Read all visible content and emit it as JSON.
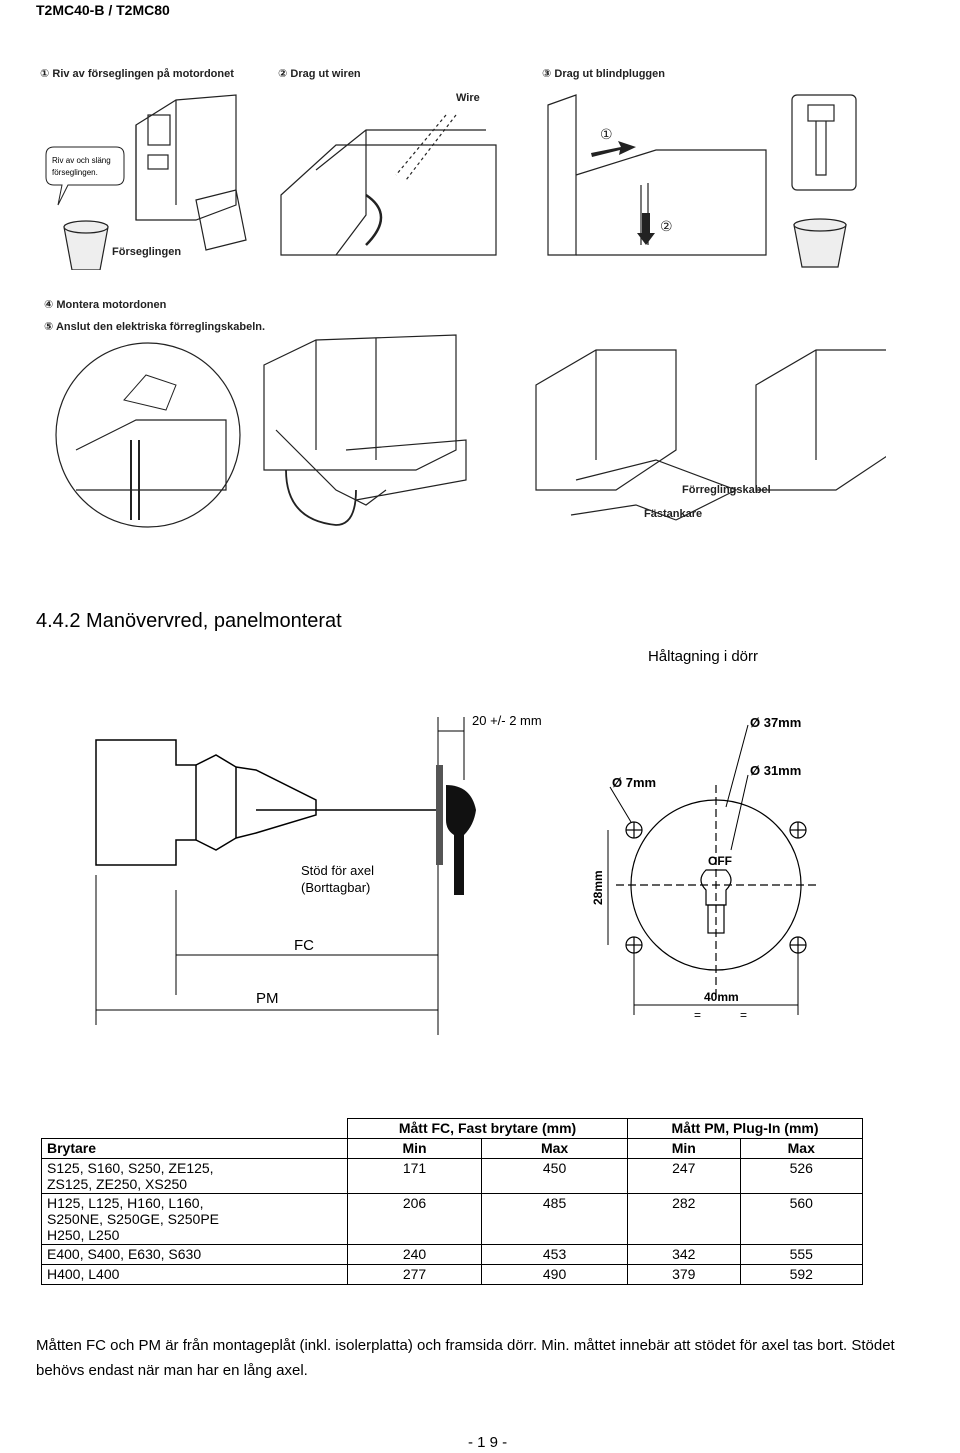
{
  "header": {
    "title": "T2MC40-B / T2MC80"
  },
  "figure1": {
    "steps": [
      "① Riv av förseglingen på motordonet",
      "② Drag ut wiren",
      "③ Drag ut blindpluggen"
    ],
    "wire": "Wire",
    "callout": [
      "Riv av och släng",
      "förseglingen."
    ],
    "seal": "Förseglingen",
    "num1": "①",
    "num2": "②"
  },
  "figure2": {
    "steps": [
      "④ Montera motordonen",
      "⑤ Anslut den elektriska förreglingskabeln."
    ],
    "cable": "Förreglingskabel",
    "anchor": "Fästankare"
  },
  "section": {
    "title": "4.4.2 Manövervred, panelmonterat",
    "subtitle": "Håltagning i dörr"
  },
  "figure3": {
    "dim_gap": "20 +/- 2 mm",
    "support": [
      "Stöd för axel",
      "(Borttagbar)"
    ],
    "fc": "FC",
    "pm": "PM",
    "d37": "Ø 37mm",
    "d31": "Ø 31mm",
    "d7": "Ø 7mm",
    "h28": "28mm",
    "w40": "40mm",
    "off": "OFF",
    "eq": "="
  },
  "table": {
    "group_fc": "Mått FC, Fast brytare (mm)",
    "group_pm": "Mått PM, Plug-In (mm)",
    "col_brytare": "Brytare",
    "min": "Min",
    "max": "Max",
    "rows": [
      {
        "name": [
          "S125, S160, S250, ZE125,",
          "ZS125, ZE250, XS250"
        ],
        "fc_min": "171",
        "fc_max": "450",
        "pm_min": "247",
        "pm_max": "526"
      },
      {
        "name": [
          "H125, L125, H160, L160,",
          "S250NE, S250GE, S250PE",
          "H250, L250"
        ],
        "fc_min": "206",
        "fc_max": "485",
        "pm_min": "282",
        "pm_max": "560"
      },
      {
        "name": [
          "E400, S400, E630, S630"
        ],
        "fc_min": "240",
        "fc_max": "453",
        "pm_min": "342",
        "pm_max": "555"
      },
      {
        "name": [
          "H400, L400"
        ],
        "fc_min": "277",
        "fc_max": "490",
        "pm_min": "379",
        "pm_max": "592"
      }
    ]
  },
  "note": "Måtten FC och PM är från montageplåt (inkl. isolerplatta) och framsida dörr. Min. måttet innebär att stödet för axel tas bort. Stödet behövs endast när man har en lång axel.",
  "page_number": "- 1 9 -"
}
